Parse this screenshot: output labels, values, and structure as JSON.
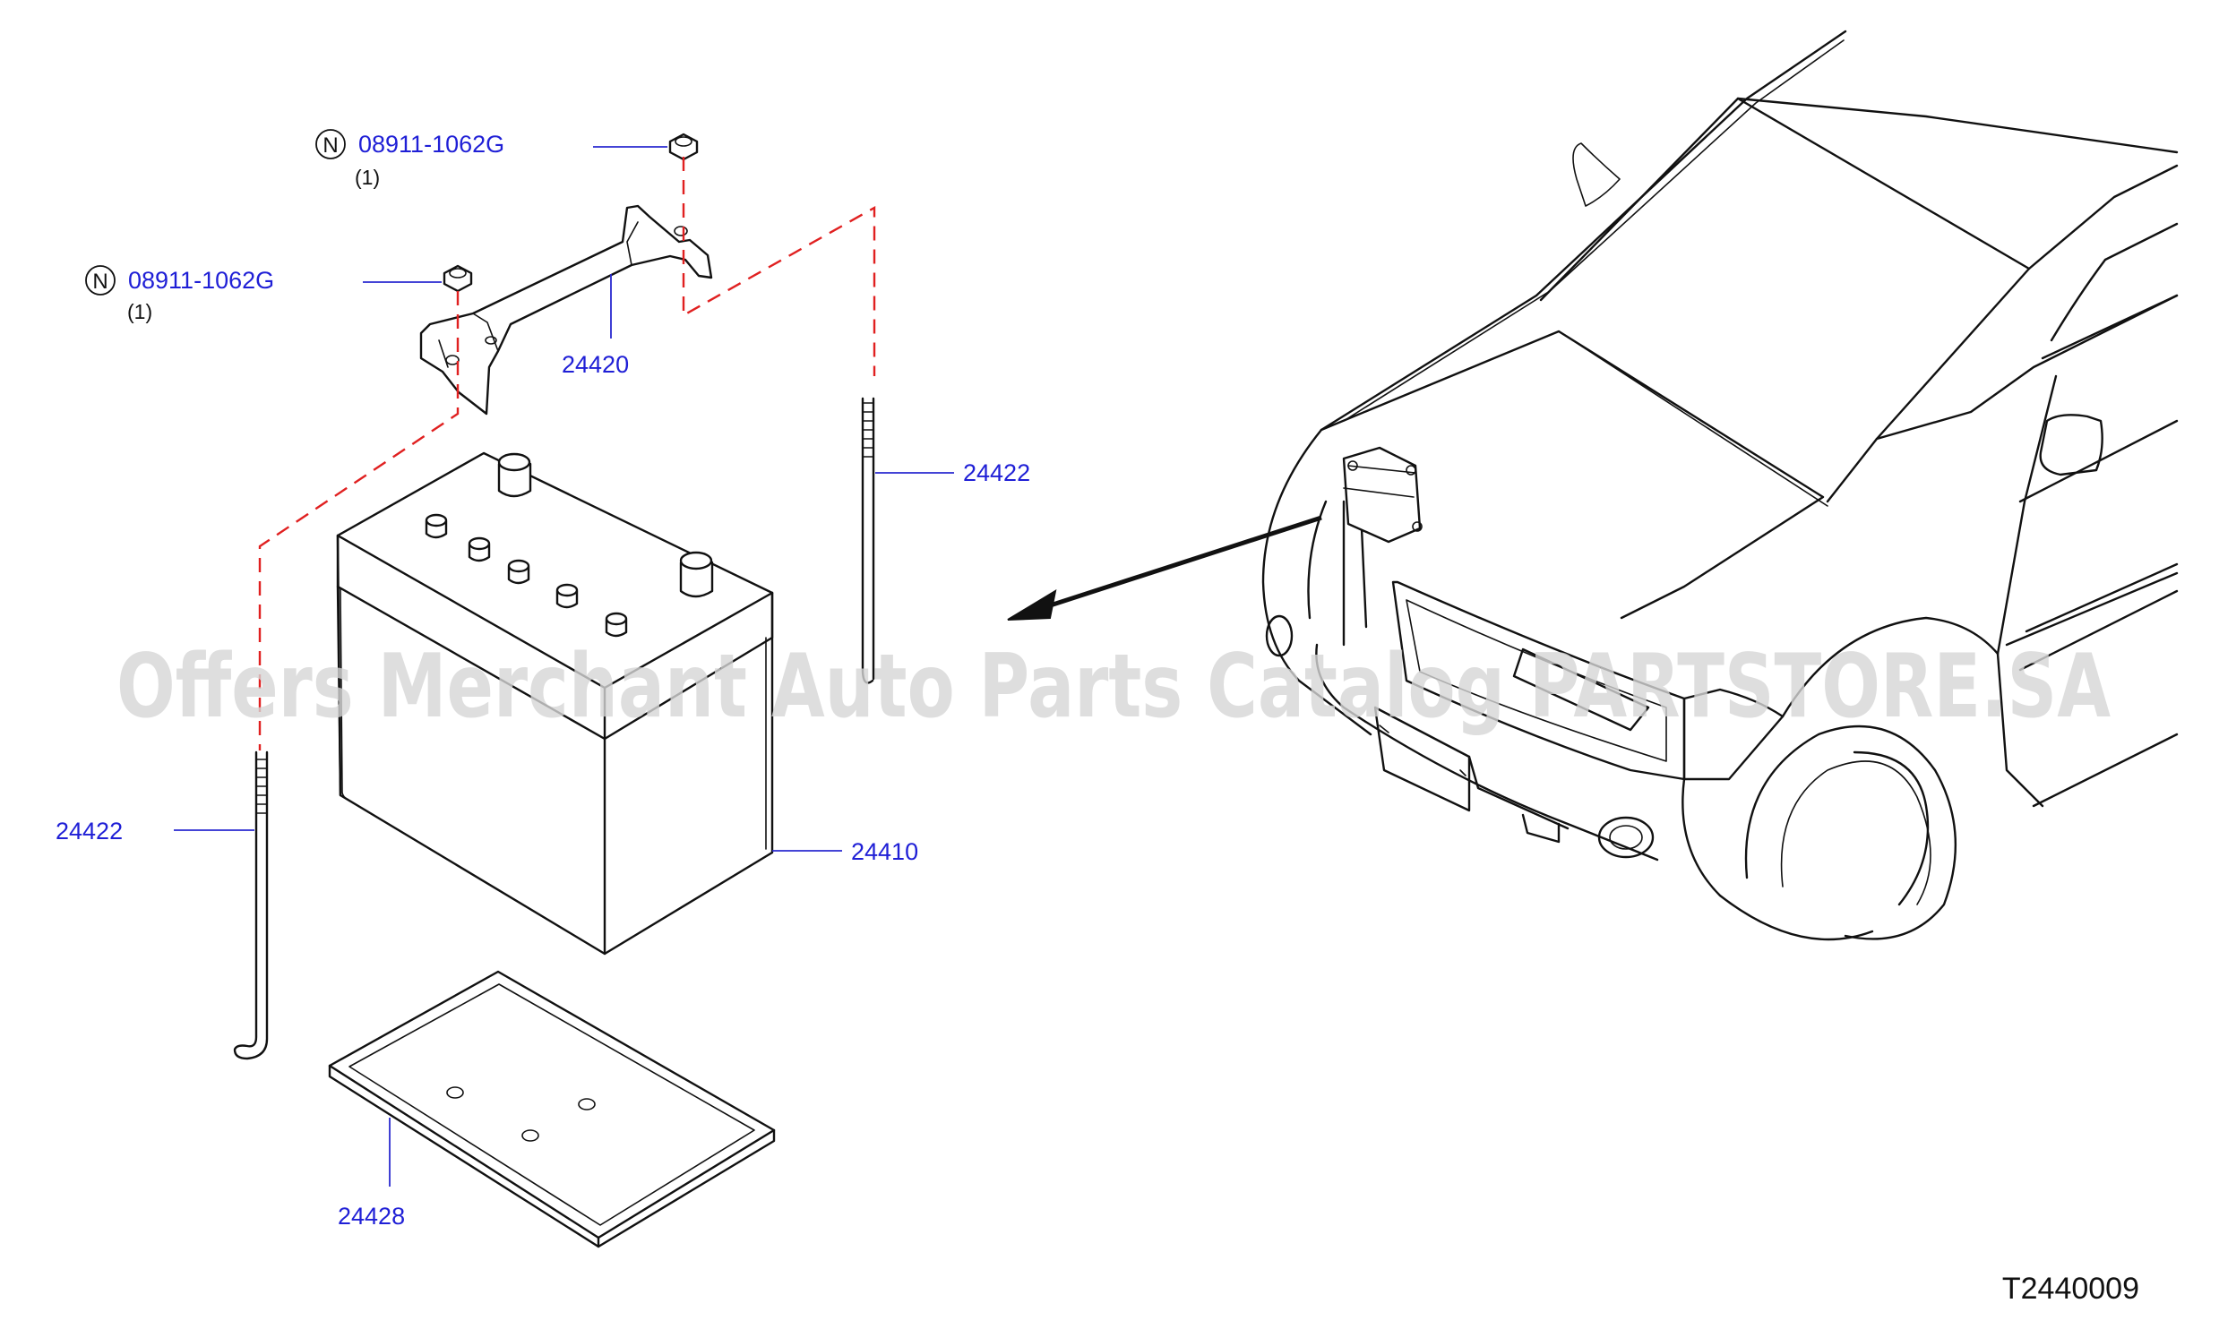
{
  "callouts": {
    "nut_top": {
      "marker": "N",
      "part_number": "08911-1062G",
      "quantity": "(1)"
    },
    "nut_left": {
      "marker": "N",
      "part_number": "08911-1062G",
      "quantity": "(1)"
    },
    "frame": "24420",
    "rod_right": "24422",
    "rod_left": "24422",
    "battery": "24410",
    "tray": "24428"
  },
  "diagram_id": "T2440009",
  "watermark": "Offers Merchant Auto Parts Catalog PARTSTORE.SA",
  "colors": {
    "callout_text": "#1f1fd6",
    "leader_line": "#2a2ad0",
    "hidden_line": "#e02020",
    "line_art": "#111111"
  }
}
